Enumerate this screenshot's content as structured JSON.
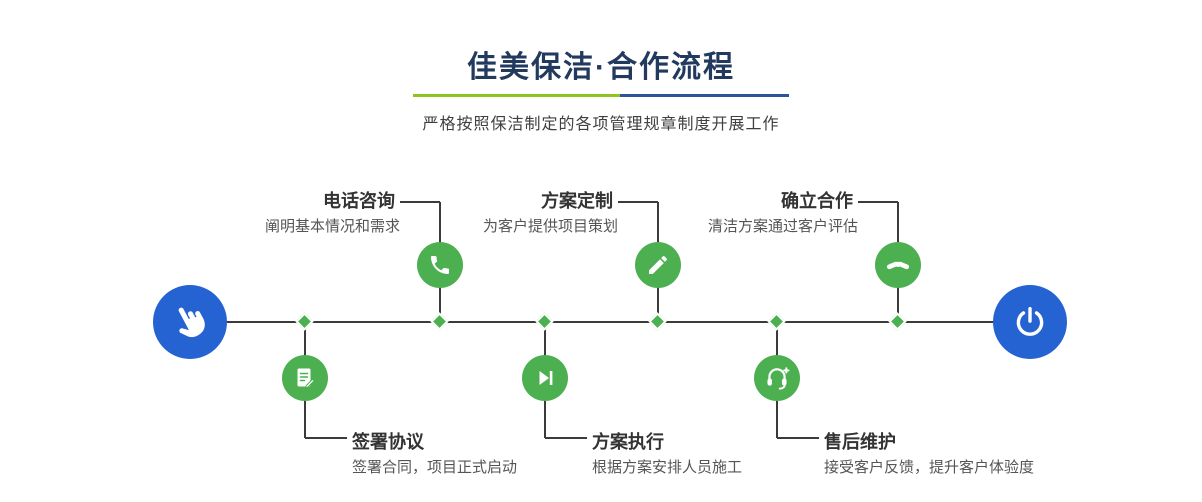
{
  "header": {
    "title": "佳美保洁·合作流程",
    "subtitle": "严格按照保洁制定的各项管理规章制度开展工作"
  },
  "colors": {
    "accent_blue": "#2563d3",
    "accent_green": "#4cb050",
    "divider_green": "#8fc320",
    "divider_blue": "#2d5399",
    "title_navy": "#223a5e",
    "line_dark": "#3b3b3b"
  },
  "timeline": {
    "start_icon": "hand-pointer-icon",
    "end_icon": "power-icon",
    "steps_top": [
      {
        "title": "电话咨询",
        "desc": "阐明基本情况和需求",
        "icon": "phone-icon"
      },
      {
        "title": "方案定制",
        "desc": "为客户提供项目策划",
        "icon": "pencil-icon"
      },
      {
        "title": "确立合作",
        "desc": "清洁方案通过客户评估",
        "icon": "handshake-icon"
      }
    ],
    "steps_bottom": [
      {
        "title": "签署协议",
        "desc": "签署合同，项目正式启动",
        "icon": "contract-icon"
      },
      {
        "title": "方案执行",
        "desc": "根据方案安排人员施工",
        "icon": "play-next-icon"
      },
      {
        "title": "售后维护",
        "desc": "接受客户反馈，提升客户体验度",
        "icon": "headset-icon"
      }
    ]
  }
}
